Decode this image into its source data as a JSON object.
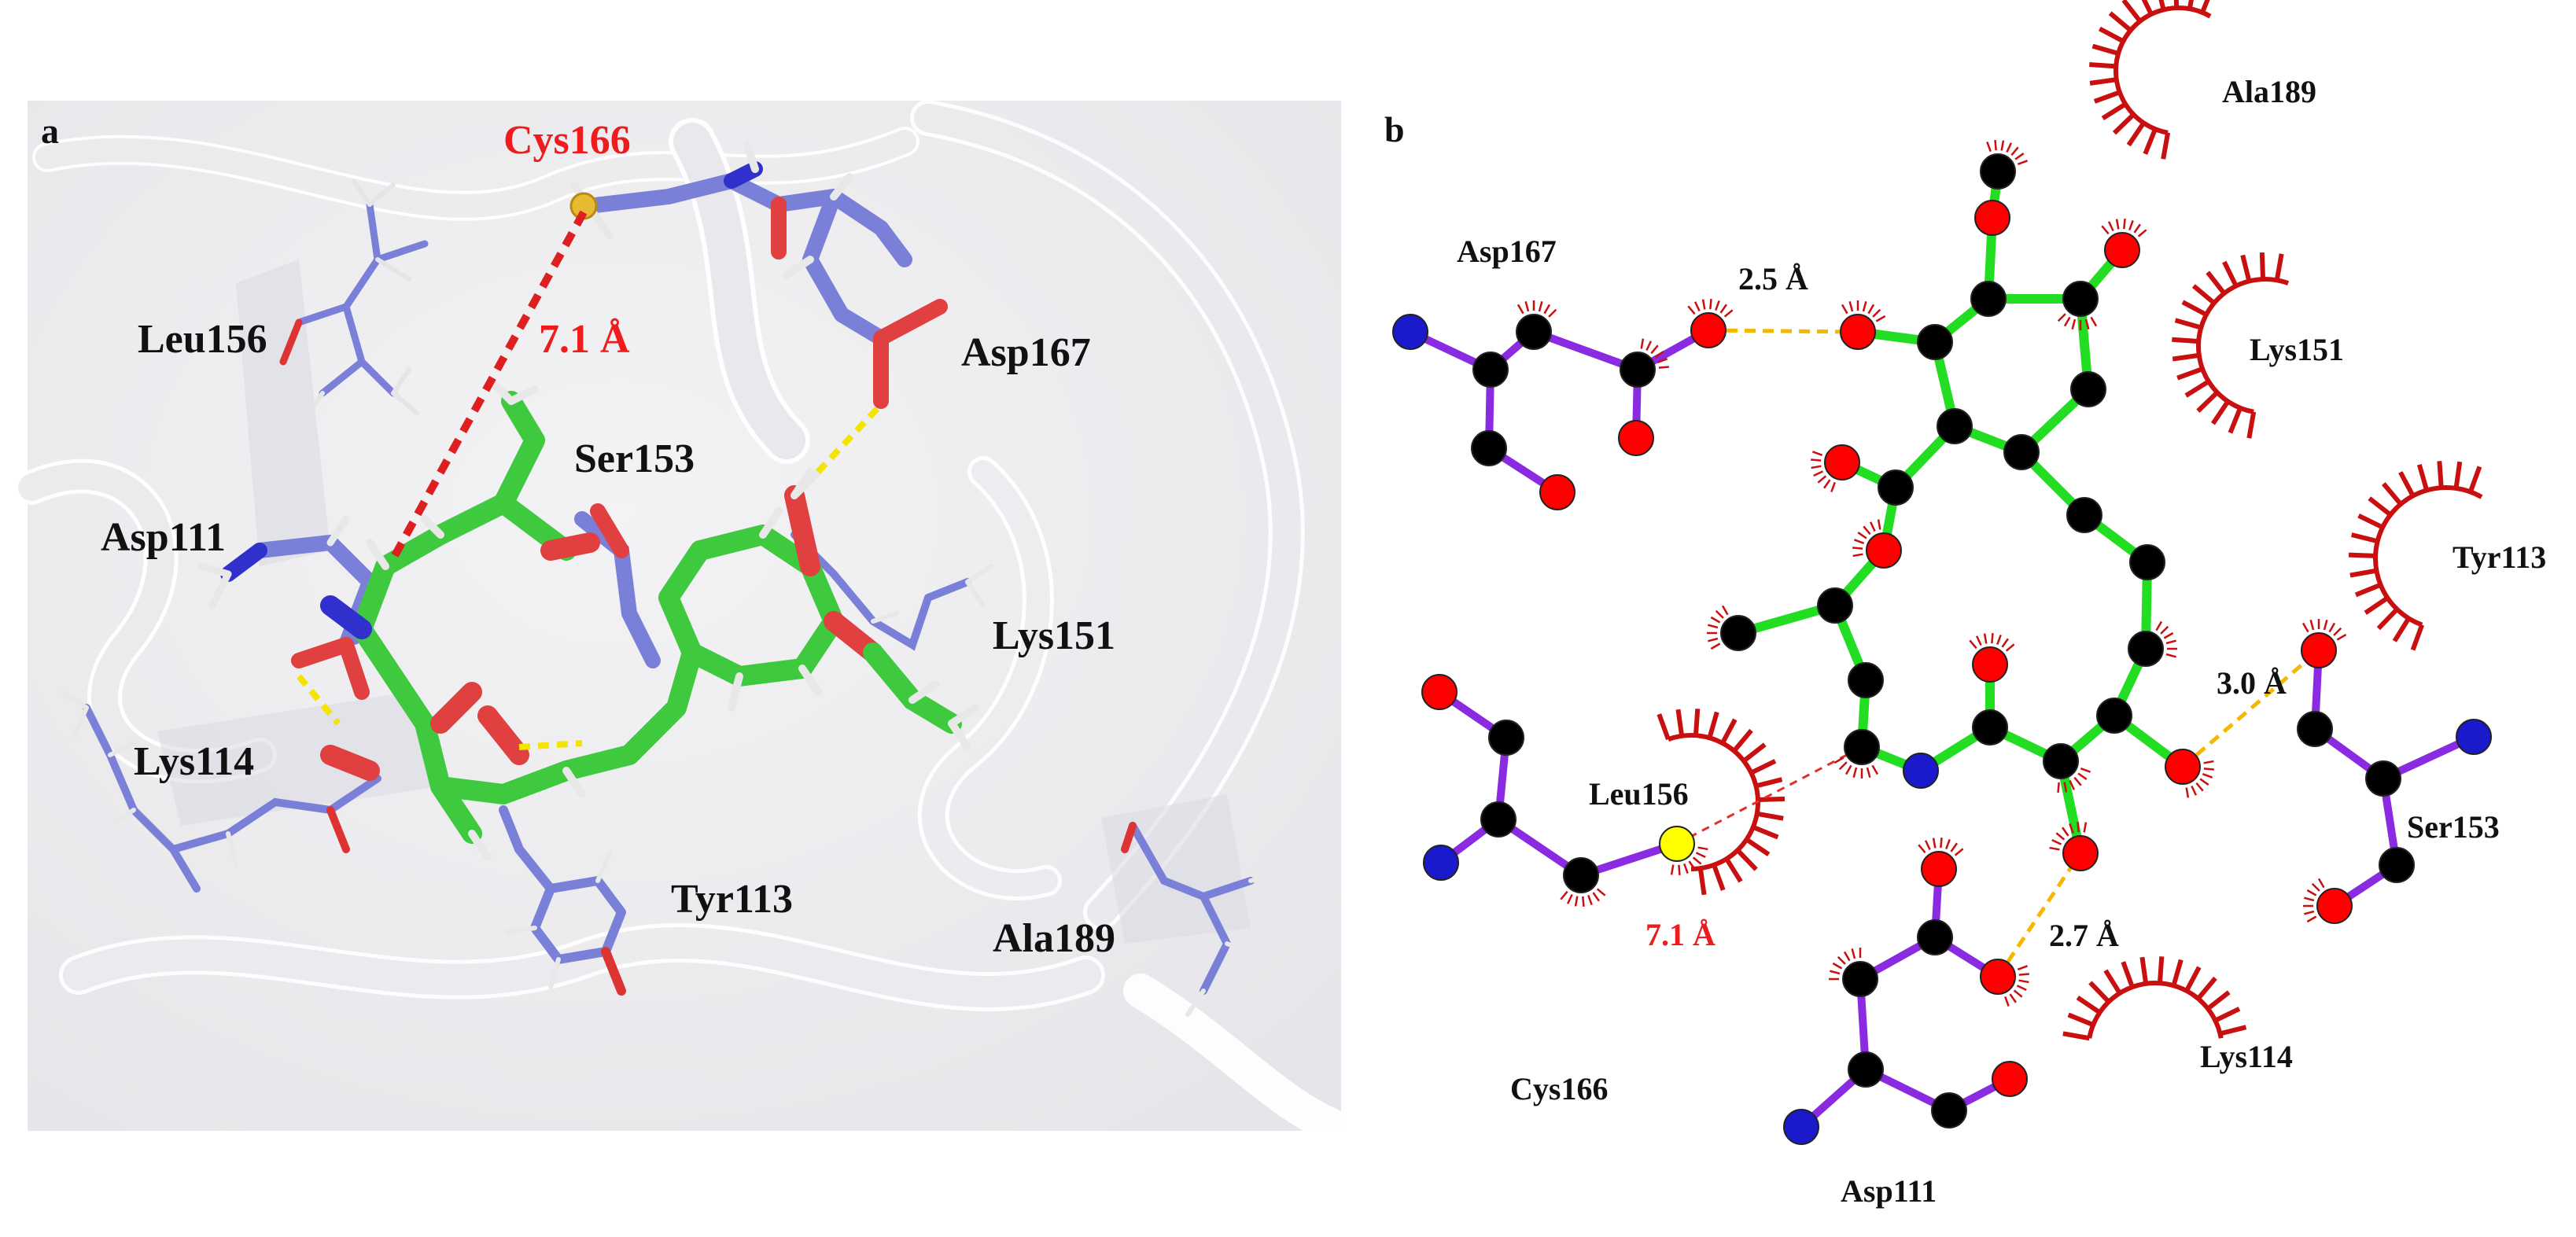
{
  "panel_a": {
    "label": "a",
    "residues": {
      "cys166": "Cys166",
      "leu156": "Leu156",
      "asp167": "Asp167",
      "ser153": "Ser153",
      "asp111": "Asp111",
      "lys151": "Lys151",
      "lys114": "Lys114",
      "tyr113": "Tyr113",
      "ala189": "Ala189"
    },
    "distance_label": "7.1 Å"
  },
  "panel_b": {
    "label": "b",
    "residues": {
      "asp167": "Asp167",
      "ala189": "Ala189",
      "lys151": "Lys151",
      "tyr113": "Tyr113",
      "ser153": "Ser153",
      "leu156": "Leu156",
      "cys166": "Cys166",
      "asp111": "Asp111",
      "lys114": "Lys114"
    },
    "distances": {
      "asp167_hbond": "2.5 Å",
      "ser153_hbond": "3.0 Å",
      "asp111_hbond": "2.7 Å",
      "cys166_distance": "7.1 Å"
    }
  },
  "colors": {
    "ligand_carbon": "#33dd33",
    "protein_stick": "#7a80d8",
    "oxygen": "#ff0000",
    "nitrogen": "#1a1acc",
    "sulfur": "#ffff00",
    "carbon_atom": "#000000",
    "residue_bond": "#8a2be2",
    "hbond": "#f5c400",
    "highlight_text": "#ee1c1c",
    "hydrophobic_arc": "#c81010"
  }
}
